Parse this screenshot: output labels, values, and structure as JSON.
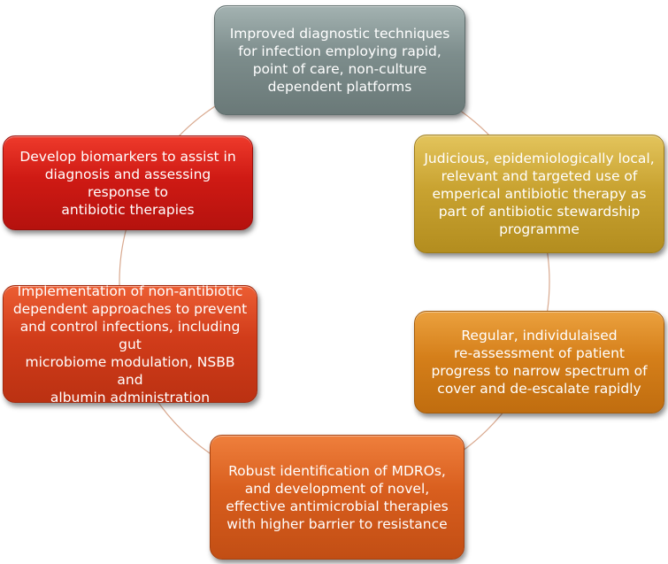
{
  "diagram": {
    "nodes": [
      {
        "text": "Improved diagnostic techniques\nfor infection employing rapid,\npoint of care, non-culture\ndependent platforms"
      },
      {
        "text": "Judicious, epidemiologically local,\nrelevant and targeted use of\nemperical antibiotic therapy as\npart of antibiotic stewardship\nprogramme"
      },
      {
        "text": "Regular, individulaised\nre-assessment of patient\nprogress to narrow spectrum of\ncover and de-escalate rapidly"
      },
      {
        "text": "Robust identification of MDROs,\nand development of novel,\neffective antimicrobial therapies\nwith higher barrier to resistance"
      },
      {
        "text": "Implementation of non-antibiotic\ndependent approaches to prevent\nand control infections, including gut\nmicrobiome modulation, NSBB and\nalbumin administration"
      },
      {
        "text": "Develop biomarkers to assist in\ndiagnosis and assessing response to\nantibiotic therapies"
      }
    ],
    "colors": {
      "node_0": "#7d8d8c",
      "node_1": "#c9a331",
      "node_2": "#d57f1a",
      "node_3": "#d85e1e",
      "node_4": "#d13c1a",
      "node_5": "#cf1a14",
      "ring": "#d9a98f"
    }
  }
}
